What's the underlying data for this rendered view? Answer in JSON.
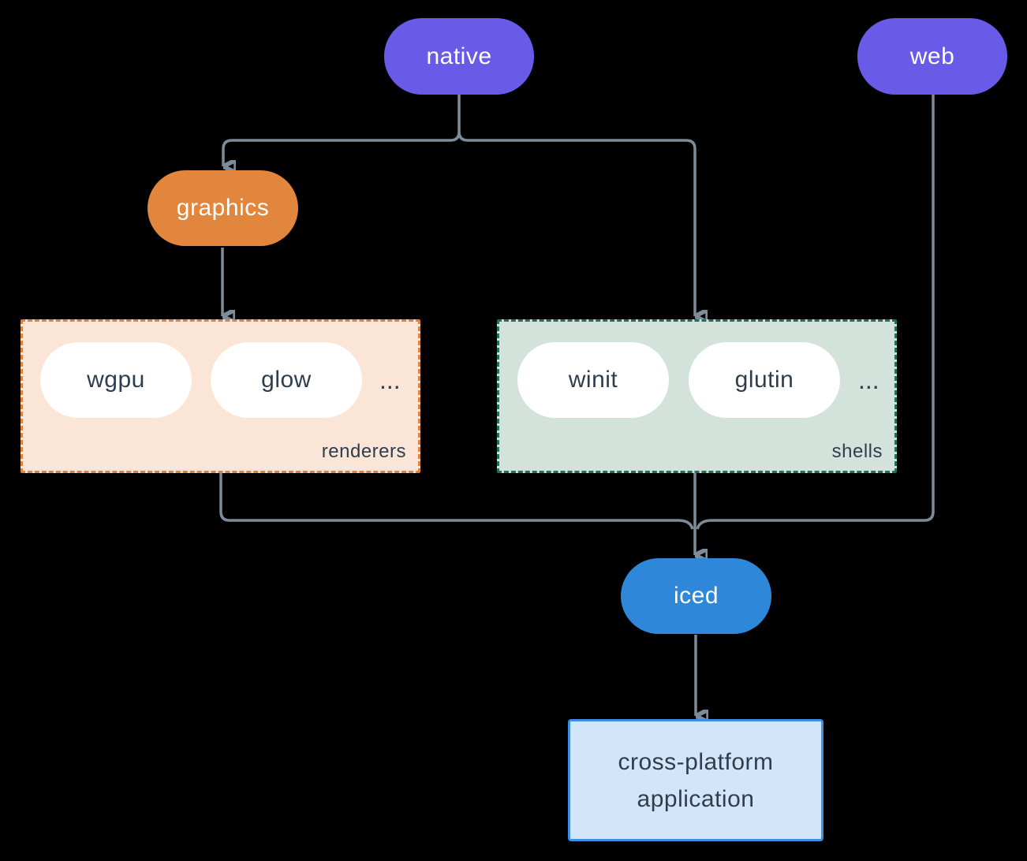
{
  "diagram": {
    "nodes": {
      "native": {
        "label": "native",
        "color": "#6a5ae8"
      },
      "web": {
        "label": "web",
        "color": "#6a5ae8"
      },
      "graphics": {
        "label": "graphics",
        "color": "#e1863c"
      },
      "wgpu": {
        "label": "wgpu",
        "color": "#ffffff"
      },
      "glow": {
        "label": "glow",
        "color": "#ffffff"
      },
      "winit": {
        "label": "winit",
        "color": "#ffffff"
      },
      "glutin": {
        "label": "glutin",
        "color": "#ffffff"
      },
      "iced": {
        "label": "iced",
        "color": "#2f87da"
      },
      "app": {
        "line1": "cross-platform",
        "line2": "application",
        "fill": "#d3e5f8",
        "border": "#3e8ee2"
      }
    },
    "groups": {
      "renderers": {
        "label": "renderers",
        "ellipsis": "...",
        "fill": "#fae5d6",
        "border": "#e0813c"
      },
      "shells": {
        "label": "shells",
        "ellipsis": "...",
        "fill": "#d3e2db",
        "border": "#20705f"
      }
    },
    "edges": [
      {
        "from": "native",
        "to": "graphics"
      },
      {
        "from": "native",
        "to": "shells"
      },
      {
        "from": "graphics",
        "to": "renderers"
      },
      {
        "from": "renderers",
        "to": "iced"
      },
      {
        "from": "shells",
        "to": "iced"
      },
      {
        "from": "web",
        "to": "iced"
      },
      {
        "from": "iced",
        "to": "app"
      }
    ],
    "colors": {
      "connector": "#7d8c9a",
      "text_dark": "#2e3e4e",
      "text_light": "#ffffff",
      "background": "#000000"
    }
  }
}
